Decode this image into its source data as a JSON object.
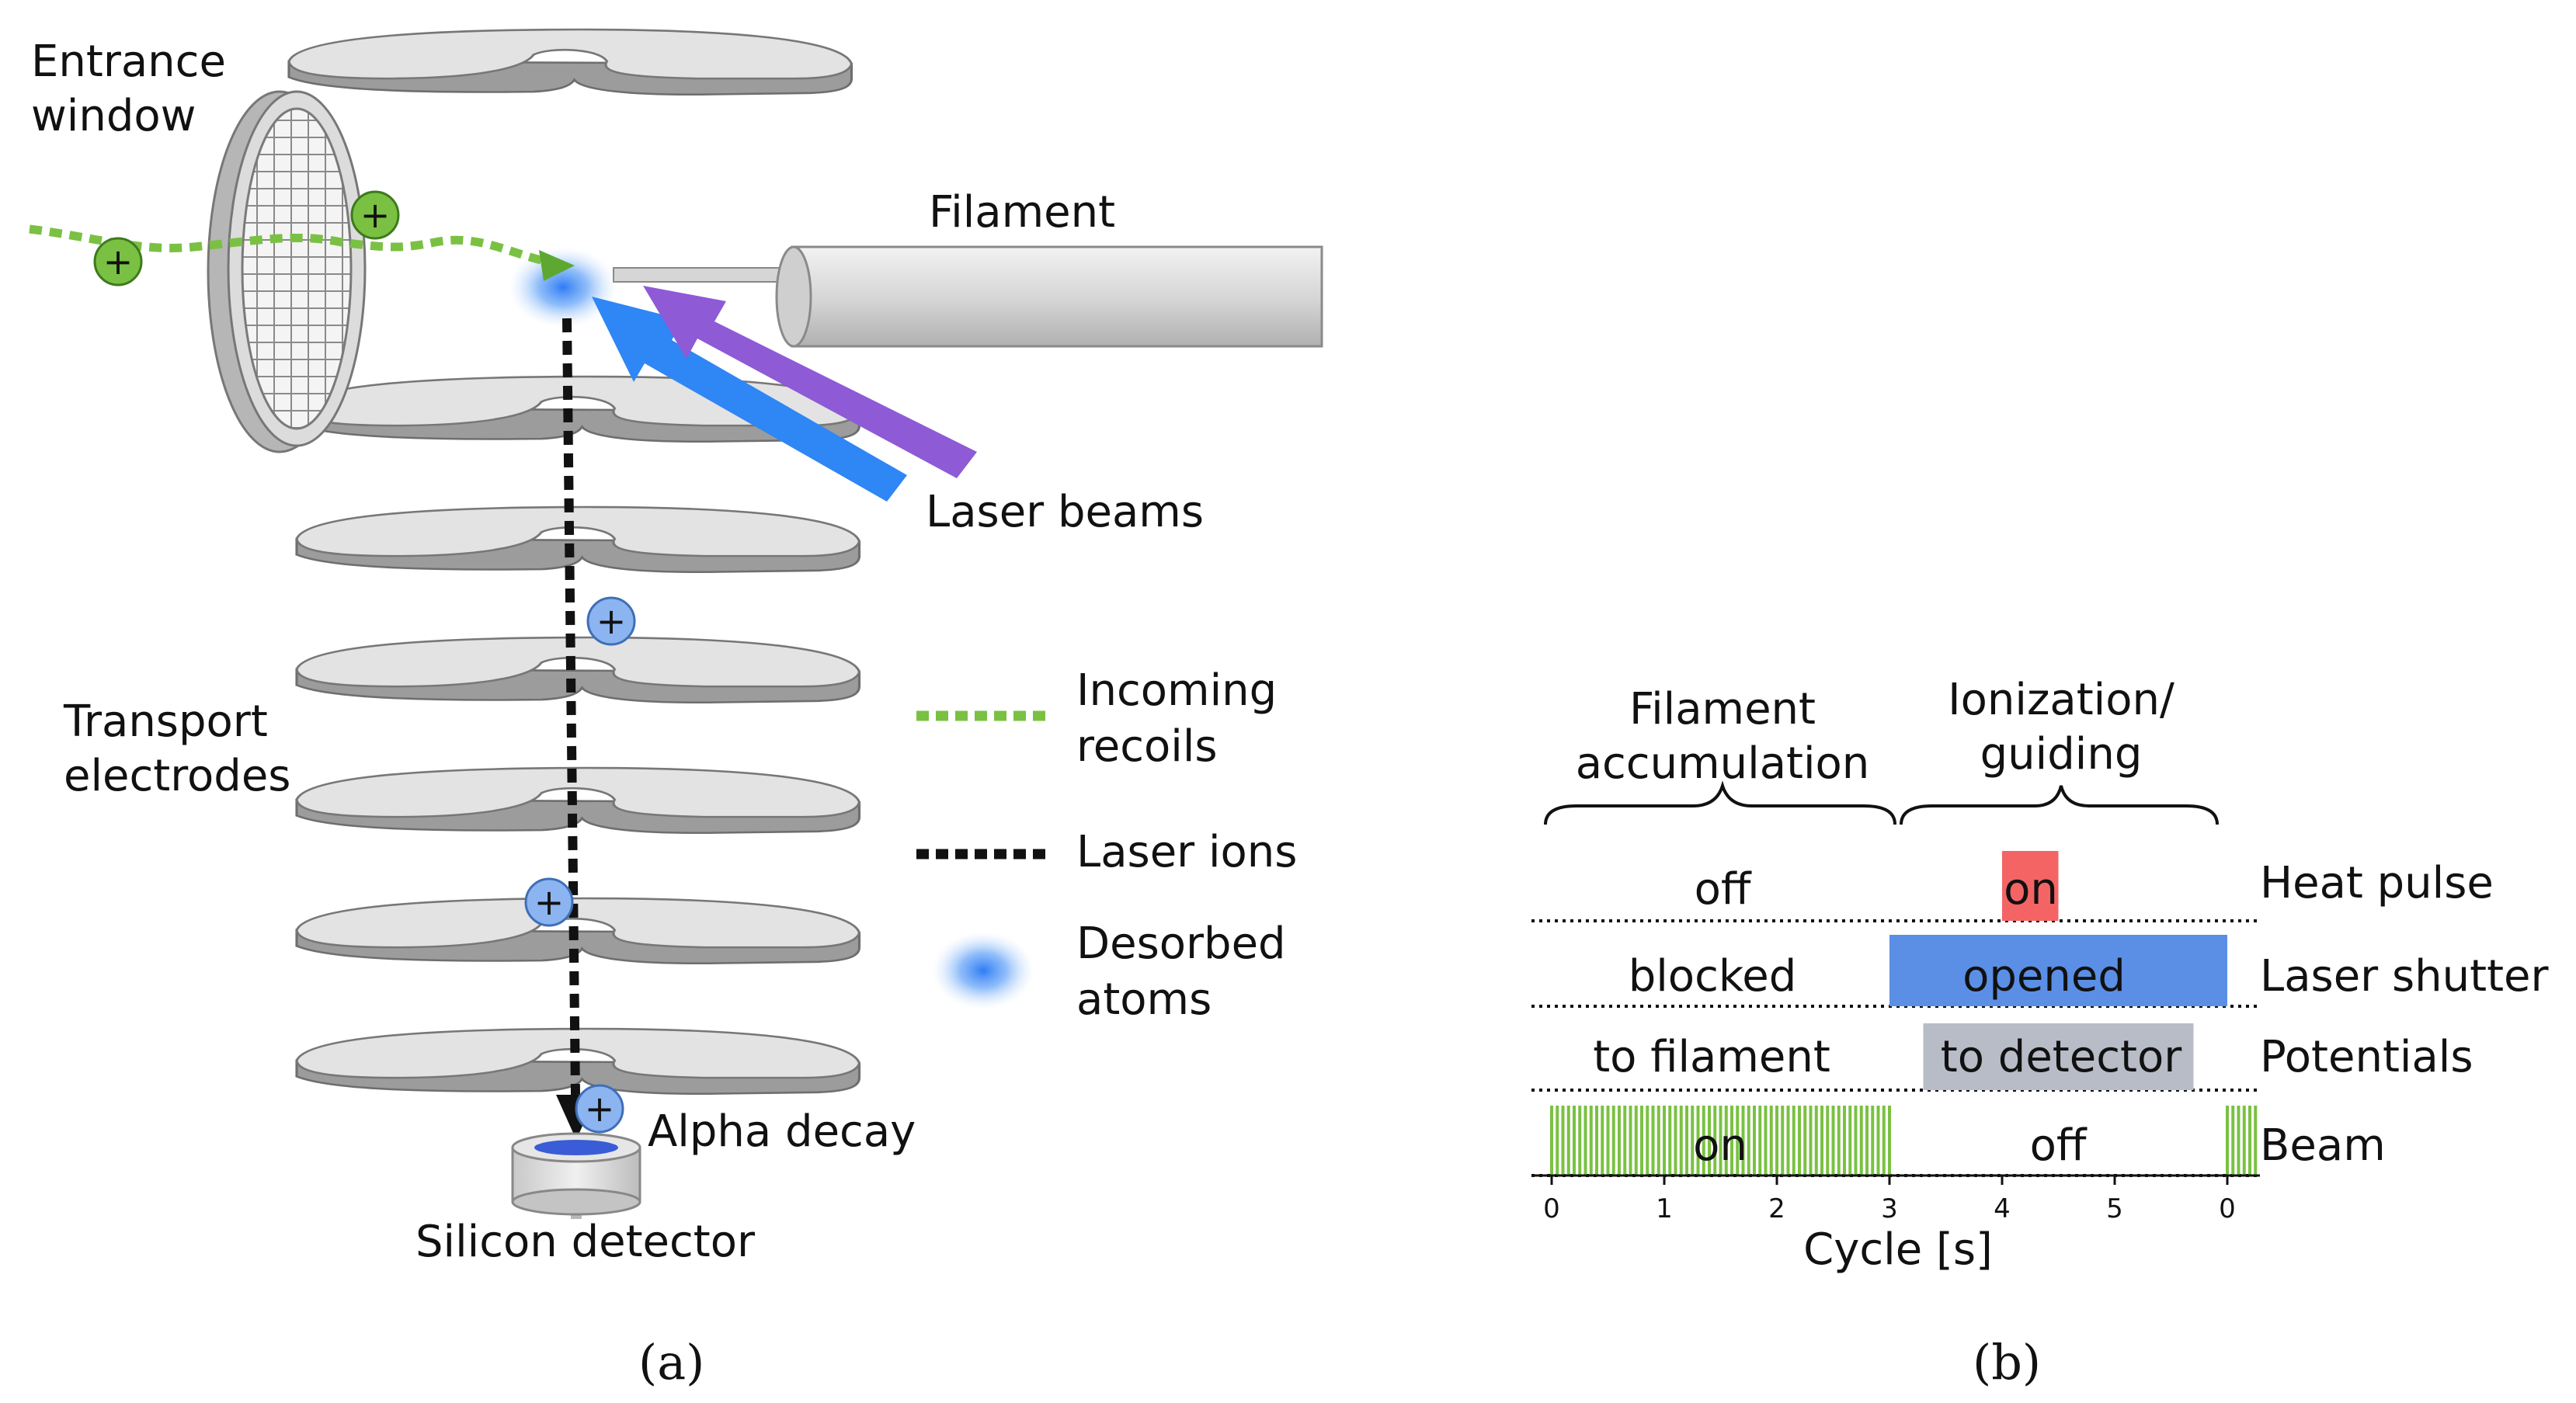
{
  "panel_a": {
    "label": "(a)",
    "entrance_window": [
      "Entrance",
      "window"
    ],
    "filament": "Filament",
    "laser_beams": "Laser beams",
    "transport_electrodes": [
      "Transport",
      "electrodes"
    ],
    "alpha_decay": "Alpha decay",
    "silicon_detector": "Silicon detector",
    "ion_symbol": "+",
    "legend": {
      "incoming_recoils": [
        "Incoming",
        "recoils"
      ],
      "laser_ions": "Laser ions",
      "desorbed_atoms": [
        "Desorbed",
        "atoms"
      ]
    },
    "colors": {
      "recoil_green": "#7ac143",
      "ion_blue": "#8cb4f0",
      "laser_blue": "#2f86f5",
      "laser_purple": "#8e5ad6",
      "electrode_gray": "#e3e3e3"
    }
  },
  "panel_b": {
    "label": "(b)",
    "phases": {
      "accumulation": [
        "Filament",
        "accumulation"
      ],
      "ionization": [
        "Ionization/",
        "guiding"
      ]
    },
    "rows": [
      {
        "name": "Heat pulse",
        "left": "off",
        "right": "on"
      },
      {
        "name": "Laser shutter",
        "left": "blocked",
        "right": "opened"
      },
      {
        "name": "Potentials",
        "left": "to filament",
        "right": "to detector"
      },
      {
        "name": "Beam",
        "left": "on",
        "right": "off"
      }
    ],
    "axis": {
      "label": "Cycle [s]",
      "ticks": [
        "0",
        "1",
        "2",
        "3",
        "4",
        "5",
        "0"
      ]
    },
    "timing_s": {
      "accumulation": [
        0,
        3
      ],
      "ionization": [
        3,
        6
      ],
      "heat_pulse_on": [
        4,
        4.5
      ],
      "laser_shutter_opened": [
        3,
        6
      ],
      "potentials_to_detector": [
        3.3,
        5.7
      ],
      "beam_on": [
        [
          0,
          3
        ],
        [
          6,
          6.25
        ]
      ]
    },
    "colors": {
      "heat_on": "#f46464",
      "shutter_open": "#5b8fe6",
      "potentials": "#b7bcc6",
      "beam": "#7ac143"
    }
  }
}
